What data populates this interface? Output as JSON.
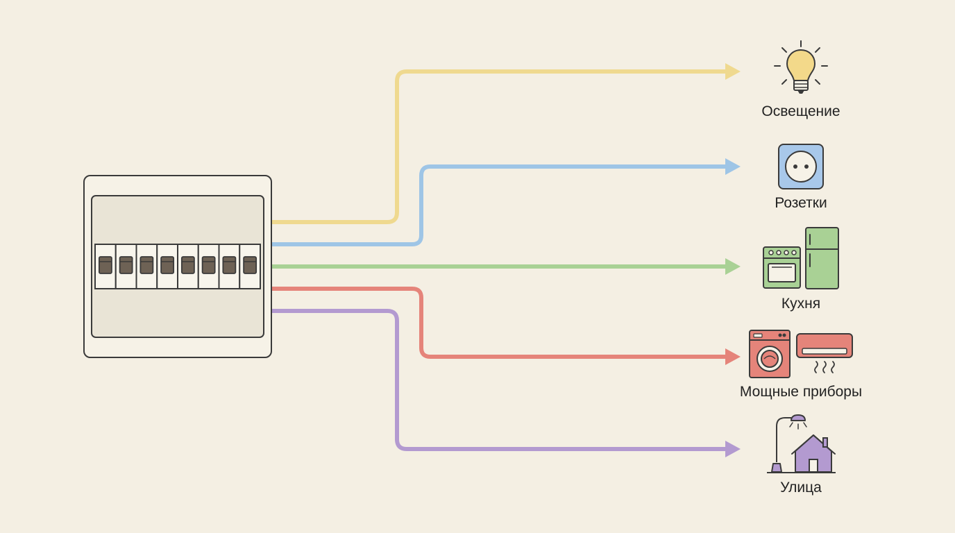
{
  "colors": {
    "background": "#f4efe3",
    "outline": "#3a3a3a",
    "panel_fill": "#e9e4d6",
    "breaker_handle": "#6e6255",
    "lighting": "#efd98f",
    "sockets": "#9ec5e6",
    "kitchen": "#a9d195",
    "heavy_appliances": "#e5847a",
    "street": "#b39ad0"
  },
  "panel": {
    "breakers": 8
  },
  "circuits": [
    {
      "id": "lighting",
      "label": "Освещение",
      "icon": "lightbulb-icon",
      "color": "#efd98f"
    },
    {
      "id": "sockets",
      "label": "Розетки",
      "icon": "socket-icon",
      "color": "#9ec5e6"
    },
    {
      "id": "kitchen",
      "label": "Кухня",
      "icon": "stove-fridge-icon",
      "color": "#a9d195"
    },
    {
      "id": "heavy",
      "label": "Мощные приборы",
      "icon": "washer-ac-icon",
      "color": "#e5847a"
    },
    {
      "id": "street",
      "label": "Улица",
      "icon": "streetlamp-house-icon",
      "color": "#b39ad0"
    }
  ]
}
